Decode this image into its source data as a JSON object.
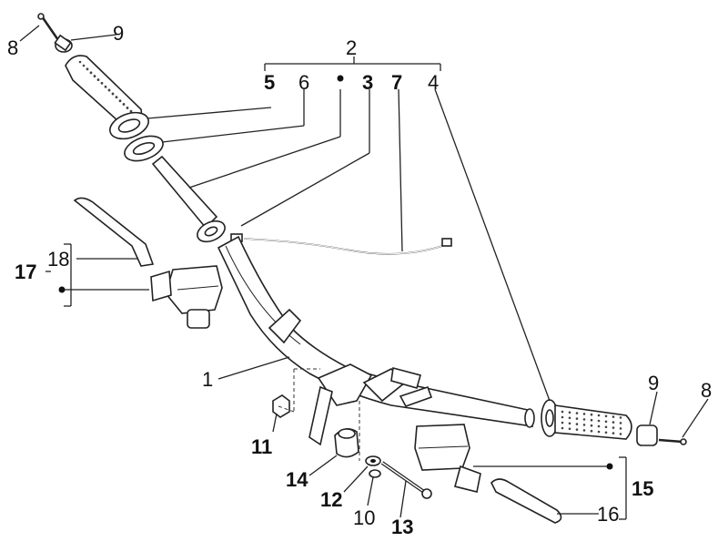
{
  "labels": {
    "l1": "1",
    "l2": "2",
    "l3": "3",
    "l4": "4",
    "l5": "5",
    "l6": "6",
    "l7": "7",
    "l8a": "8",
    "l8b": "8",
    "l9a": "9",
    "l9b": "9",
    "l10": "10",
    "l11": "11",
    "l12": "12",
    "l13": "13",
    "l14": "14",
    "l15": "15",
    "l16": "16",
    "l17": "17",
    "l18": "18"
  }
}
